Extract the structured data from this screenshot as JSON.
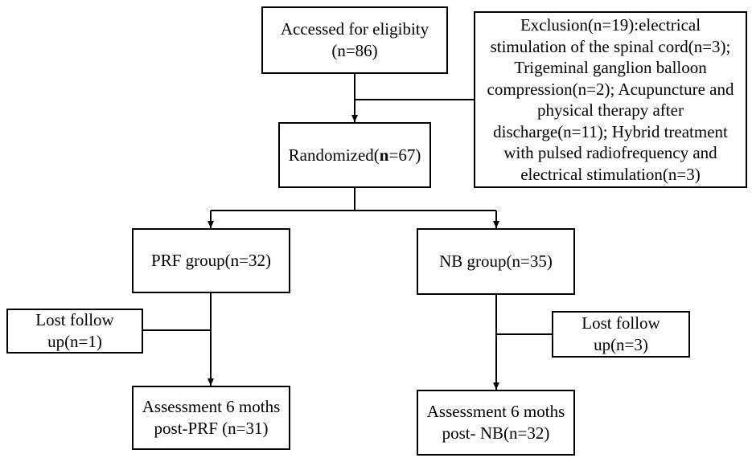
{
  "colors": {
    "line": "#000000",
    "box_fill": "#ffffff",
    "text": "#000000"
  },
  "boxes": {
    "assessed": {
      "line1": "Accessed for eligibity",
      "line2": "(n=86)"
    },
    "exclusion": {
      "text": "Exclusion(n=19):electrical\nstimulation of the spinal cord(n=3);\nTrigeminal ganglion balloon\ncompression(n=2); Acupuncture and\nphysical therapy after\ndischarge(n=11); Hybrid treatment\nwith pulsed radiofrequency and\nelectrical stimulation(n=3)"
    },
    "randomized": {
      "prefix": "Randomized(",
      "bold_n": "n",
      "suffix": "=67)"
    },
    "prf_group": {
      "text": "PRF group(n=32)"
    },
    "nb_group": {
      "text": "NB group(n=35)"
    },
    "lost_prf": {
      "line1": "Lost follow",
      "line2": "up(n=1)"
    },
    "lost_nb": {
      "line1": "Lost follow",
      "line2": "up(n=3)"
    },
    "assess_prf": {
      "line1": "Assessment 6 moths",
      "line2": "post-PRF (n=31)"
    },
    "assess_nb": {
      "line1": "Assessment 6 moths",
      "line2": "post- NB(n=32)"
    }
  }
}
